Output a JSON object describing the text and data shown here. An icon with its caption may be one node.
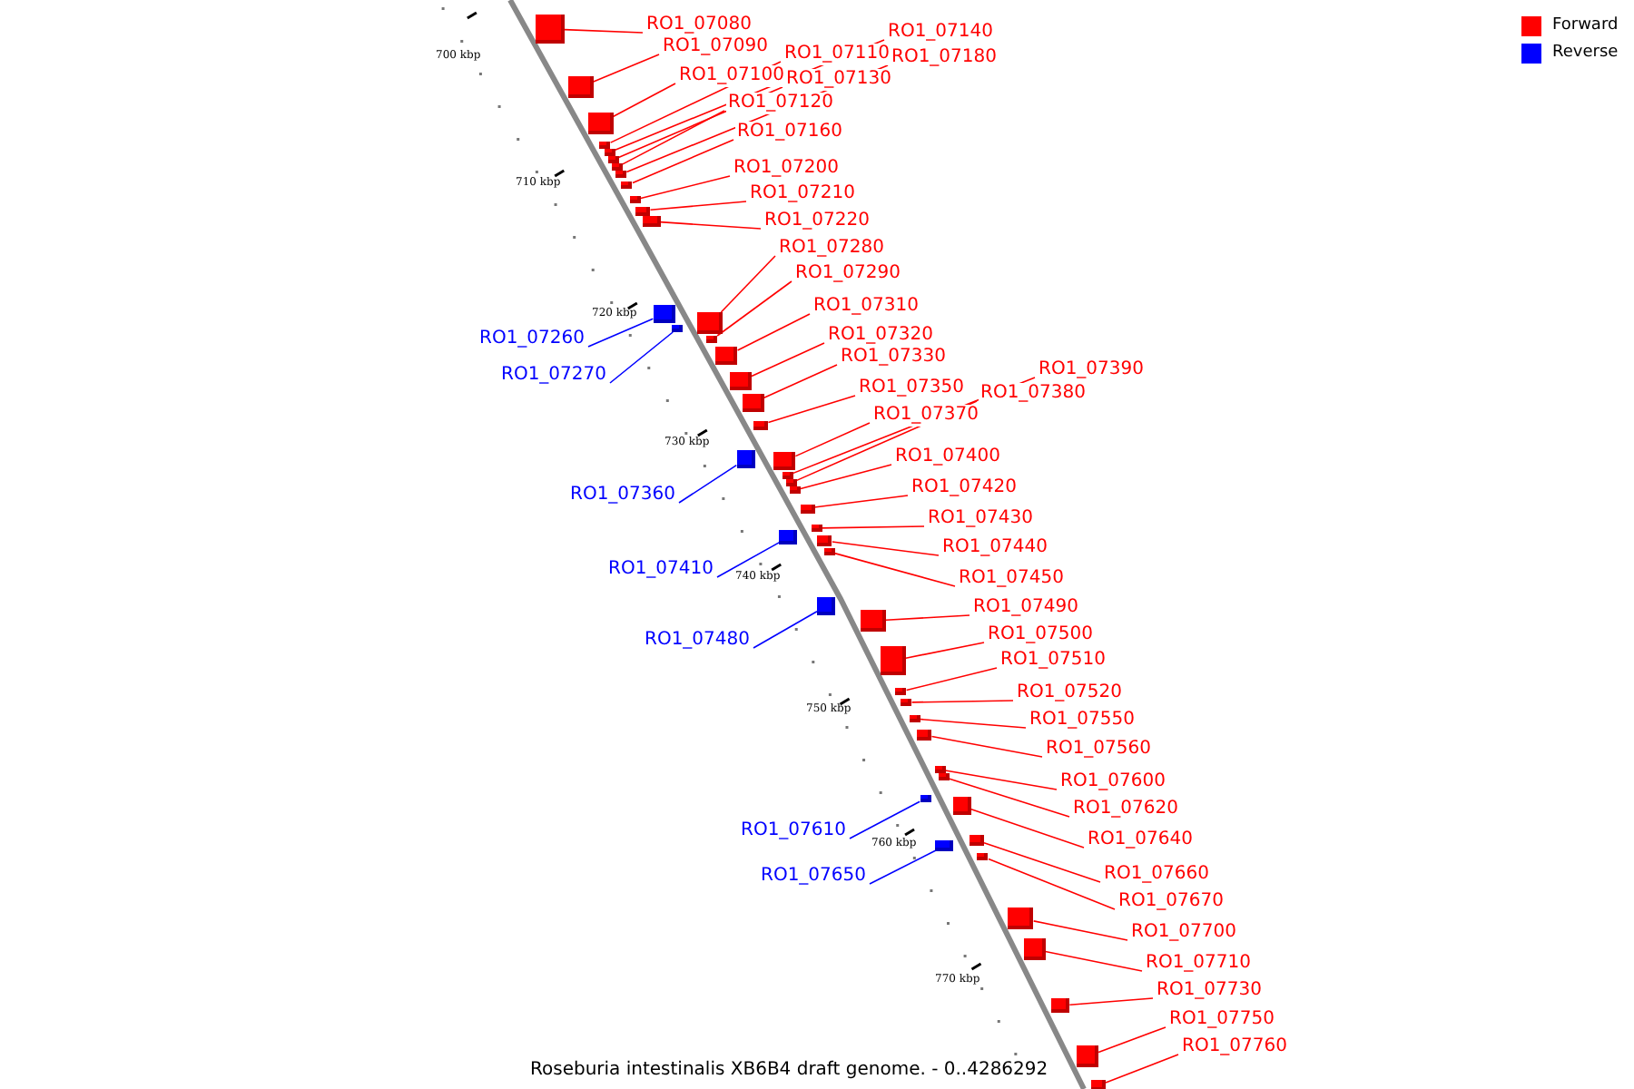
{
  "diagram": {
    "caption": "Roseburia intestinalis XB6B4 draft genome. - 0..4286292",
    "nodes": [
      {
        "text": [
          "RO1_07080"
        ]
      },
      {
        "text": [],
        "shape": "bar"
      },
      {
        "text": [
          "RO1_07140"
        ]
      },
      {
        "text": [],
        "shape": "bar"
      },
      {
        "text": [
          "RO1_07090"
        ]
      },
      {
        "text": [],
        "shape": "bar"
      },
      {
        "text": [
          "RO1_07110"
        ]
      },
      {
        "text": [],
        "shape": "bar"
      },
      {
        "text": [
          "RO1_07180"
        ]
      },
      {
        "text": [],
        "shape": "bar"
      },
      {
        "text": [
          "RO1_07100"
        ]
      },
      {
        "text": [],
        "shape": "bar"
      },
      {
        "text": [
          "RO1_07130"
        ]
      },
      {
        "text": [],
        "shape": "bar"
      },
      {
        "text": [
          "RO1_07120"
        ]
      },
      {
        "text": [],
        "shape": "bar"
      },
      {
        "text": [
          "RO1_07160"
        ]
      },
      {
        "text": [],
        "shape": "bar"
      },
      {
        "text": [
          "RO1_07200"
        ]
      },
      {
        "text": [],
        "shape": "bar"
      },
      {
        "text": [
          "RO1_07210"
        ]
      },
      {
        "text": [],
        "shape": "bar"
      },
      {
        "text": [
          "RO1_07220"
        ]
      },
      {
        "text": [],
        "shape": "bar"
      },
      {
        "text": [
          "RO1_07280"
        ]
      },
      {
        "text": [],
        "shape": "bar"
      },
      {
        "text": [
          "RO1_07290"
        ]
      },
      {
        "text": [],
        "shape": "bar"
      },
      {
        "text": [
          "RO1_07310"
        ]
      },
      {
        "text": [],
        "shape": "bar"
      },
      {
        "text": [
          "RO1_07320"
        ]
      },
      {
        "text": [],
        "shape": "bar"
      },
      {
        "text": [
          "RO1_07260"
        ]
      },
      {
        "text": [],
        "shape": "bar"
      },
      {
        "text": [
          "RO1_07330"
        ]
      },
      {
        "text": [],
        "shape": "bar"
      },
      {
        "text": [
          "RO1_07390"
        ]
      },
      {
        "text": [],
        "shape": "bar"
      },
      {
        "text": [
          "RO1_07270"
        ]
      },
      {
        "text": [],
        "shape": "bar"
      },
      {
        "text": [
          "RO1_07350"
        ]
      },
      {
        "text": [],
        "shape": "bar"
      },
      {
        "text": [
          "RO1_07380"
        ]
      },
      {
        "text": [],
        "shape": "bar"
      },
      {
        "text": [
          "RO1_07370"
        ]
      },
      {
        "text": [],
        "shape": "bar"
      },
      {
        "text": [
          "RO1_07400"
        ]
      },
      {
        "text": [],
        "shape": "bar"
      },
      {
        "text": [
          "RO1_07420"
        ]
      },
      {
        "text": [],
        "shape": "bar"
      },
      {
        "text": [
          "RO1_07360"
        ]
      },
      {
        "text": [],
        "shape": "bar"
      },
      {
        "text": [
          "RO1_07430"
        ]
      },
      {
        "text": [],
        "shape": "bar"
      },
      {
        "text": [
          "RO1_07440"
        ]
      },
      {
        "text": [],
        "shape": "bar"
      },
      {
        "text": [
          "RO1_07410"
        ]
      },
      {
        "text": [],
        "shape": "bar"
      },
      {
        "text": [
          "RO1_07450"
        ]
      },
      {
        "text": [],
        "shape": "bar"
      },
      {
        "text": [
          "RO1_07490"
        ]
      },
      {
        "text": [],
        "shape": "bar"
      },
      {
        "text": [
          "RO1_07500"
        ]
      },
      {
        "text": [],
        "shape": "bar"
      },
      {
        "text": [
          "RO1_07480"
        ]
      },
      {
        "text": [],
        "shape": "bar"
      },
      {
        "text": [
          "RO1_07510"
        ]
      },
      {
        "text": [],
        "shape": "bar"
      },
      {
        "text": [
          "RO1_07520"
        ]
      },
      {
        "text": [],
        "shape": "bar"
      },
      {
        "text": [
          "RO1_07550"
        ]
      },
      {
        "text": [],
        "shape": "bar"
      },
      {
        "text": [
          "RO1_07560"
        ]
      },
      {
        "text": [],
        "shape": "bar"
      },
      {
        "text": [
          "RO1_07600"
        ]
      },
      {
        "text": [],
        "shape": "bar"
      },
      {
        "text": [
          "RO1_07620"
        ]
      },
      {
        "text": [],
        "shape": "bar"
      },
      {
        "text": [
          "RO1_07610"
        ]
      },
      {
        "text": [],
        "shape": "bar"
      },
      {
        "text": [
          "RO1_07640"
        ]
      },
      {
        "text": [],
        "shape": "bar"
      },
      {
        "text": [
          "RO1_07660"
        ]
      },
      {
        "text": [],
        "shape": "bar"
      },
      {
        "text": [
          "RO1_07650"
        ]
      },
      {
        "text": [],
        "shape": "bar"
      },
      {
        "text": [
          "RO1_07670"
        ]
      },
      {
        "text": [],
        "shape": "bar"
      },
      {
        "text": [
          "RO1_07700"
        ]
      },
      {
        "text": [],
        "shape": "bar"
      },
      {
        "text": [
          "RO1_07710"
        ]
      },
      {
        "text": [],
        "shape": "bar"
      },
      {
        "text": [
          "RO1_07730"
        ]
      },
      {
        "text": [],
        "shape": "bar"
      },
      {
        "text": [
          "RO1_07750"
        ]
      },
      {
        "text": [],
        "shape": "bar"
      },
      {
        "text": [
          "RO1_07760"
        ]
      },
      {
        "text": [],
        "shape": "bar"
      }
    ],
    "edges": [
      {
        "from": 0,
        "to": 1,
        "arrow": "none"
      },
      {
        "from": 2,
        "to": 3,
        "arrow": "none"
      },
      {
        "from": 4,
        "to": 5,
        "arrow": "none"
      },
      {
        "from": 6,
        "to": 7,
        "arrow": "none"
      },
      {
        "from": 8,
        "to": 9,
        "arrow": "none"
      },
      {
        "from": 10,
        "to": 11,
        "arrow": "none"
      },
      {
        "from": 12,
        "to": 13,
        "arrow": "none"
      },
      {
        "from": 14,
        "to": 15,
        "arrow": "none"
      },
      {
        "from": 16,
        "to": 17,
        "arrow": "none"
      },
      {
        "from": 18,
        "to": 19,
        "arrow": "none"
      },
      {
        "from": 20,
        "to": 21,
        "arrow": "none"
      },
      {
        "from": 22,
        "to": 23,
        "arrow": "none"
      },
      {
        "from": 24,
        "to": 25,
        "arrow": "none"
      },
      {
        "from": 26,
        "to": 27,
        "arrow": "none"
      },
      {
        "from": 28,
        "to": 29,
        "arrow": "none"
      },
      {
        "from": 30,
        "to": 31,
        "arrow": "none"
      },
      {
        "from": 32,
        "to": 33,
        "arrow": "none",
        "color": "#0000ff"
      },
      {
        "from": 34,
        "to": 35,
        "arrow": "none"
      },
      {
        "from": 36,
        "to": 37,
        "arrow": "none"
      },
      {
        "from": 38,
        "to": 39,
        "arrow": "none",
        "color": "#0000ff"
      },
      {
        "from": 40,
        "to": 41,
        "arrow": "none"
      },
      {
        "from": 42,
        "to": 43,
        "arrow": "none"
      },
      {
        "from": 44,
        "to": 45,
        "arrow": "none"
      },
      {
        "from": 46,
        "to": 47,
        "arrow": "none"
      },
      {
        "from": 48,
        "to": 49,
        "arrow": "none"
      },
      {
        "from": 50,
        "to": 51,
        "arrow": "none",
        "color": "#0000ff"
      },
      {
        "from": 52,
        "to": 53,
        "arrow": "none"
      },
      {
        "from": 54,
        "to": 55,
        "arrow": "none"
      },
      {
        "from": 56,
        "to": 57,
        "arrow": "none",
        "color": "#0000ff"
      },
      {
        "from": 58,
        "to": 59,
        "arrow": "none"
      },
      {
        "from": 60,
        "to": 61,
        "arrow": "none"
      },
      {
        "from": 62,
        "to": 63,
        "arrow": "none"
      },
      {
        "from": 64,
        "to": 65,
        "arrow": "none",
        "color": "#0000ff"
      },
      {
        "from": 66,
        "to": 67,
        "arrow": "none"
      },
      {
        "from": 68,
        "to": 69,
        "arrow": "none"
      },
      {
        "from": 70,
        "to": 71,
        "arrow": "none"
      },
      {
        "from": 72,
        "to": 73,
        "arrow": "none"
      },
      {
        "from": 74,
        "to": 75,
        "arrow": "none"
      },
      {
        "from": 76,
        "to": 77,
        "arrow": "none"
      },
      {
        "from": 78,
        "to": 79,
        "arrow": "none",
        "color": "#0000ff"
      },
      {
        "from": 80,
        "to": 81,
        "arrow": "none"
      },
      {
        "from": 82,
        "to": 83,
        "arrow": "none"
      },
      {
        "from": 84,
        "to": 85,
        "arrow": "none",
        "color": "#0000ff"
      },
      {
        "from": 86,
        "to": 87,
        "arrow": "none"
      },
      {
        "from": 88,
        "to": 89,
        "arrow": "none"
      },
      {
        "from": 90,
        "to": 91,
        "arrow": "none"
      },
      {
        "from": 92,
        "to": 93,
        "arrow": "none"
      },
      {
        "from": 94,
        "to": 95,
        "arrow": "none"
      },
      {
        "from": 96,
        "to": 97,
        "arrow": "none"
      }
    ],
    "labels": [
      "700 kbp",
      "710 kbp",
      "720 kbp",
      "730 kbp",
      "740 kbp",
      "750 kbp",
      "760 kbp",
      "770 kbp"
    ],
    "legend": [
      {
        "text": "Forward",
        "color": "#ff0000"
      },
      {
        "text": "Reverse",
        "color": "#0000ff"
      }
    ]
  }
}
